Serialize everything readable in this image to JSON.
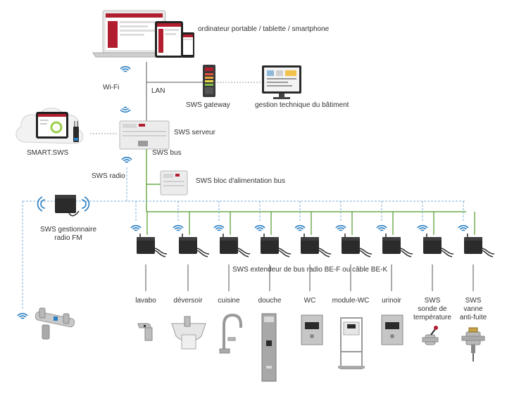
{
  "colors": {
    "wifi_blue": "#2a7fc2",
    "bus_green": "#4f9a2b",
    "dash_blue": "#7fb1d9",
    "line_gray": "#555555",
    "device_dark": "#2b2b2b",
    "brand_red": "#b01e2f"
  },
  "top": {
    "clients_label": "ordinateur portable / tablette / smartphone",
    "wifi_label": "Wi-Fi",
    "lan_label": "LAN",
    "gateway_label": "SWS gateway",
    "bms_label": "gestion technique du bâtiment"
  },
  "server": {
    "label": "SWS serveur",
    "bus_label": "SWS bus",
    "radio_label": "SWS radio",
    "cloud_label": "SMART.SWS",
    "power_label": "SWS bloc d'alimentation bus"
  },
  "manager": {
    "label_line1": "SWS gestionnaire",
    "label_line2": "radio FM"
  },
  "extender_label": "SWS extendeur de bus radio BE-F ou câble BE-K",
  "fixtures": [
    {
      "l1": "lavabo",
      "l2": "",
      "l3": "",
      "icon": "faucet-icon"
    },
    {
      "l1": "déversoir",
      "l2": "",
      "l3": "",
      "icon": "sink-icon"
    },
    {
      "l1": "cuisine",
      "l2": "",
      "l3": "",
      "icon": "kitchen-faucet-icon"
    },
    {
      "l1": "douche",
      "l2": "",
      "l3": "",
      "icon": "shower-panel-icon"
    },
    {
      "l1": "WC",
      "l2": "",
      "l3": "",
      "icon": "wc-flush-plate-icon"
    },
    {
      "l1": "module-WC",
      "l2": "",
      "l3": "",
      "icon": "wc-module-icon"
    },
    {
      "l1": "urinoir",
      "l2": "",
      "l3": "",
      "icon": "urinal-plate-icon"
    },
    {
      "l1": "SWS",
      "l2": "sonde de",
      "l3": "température",
      "icon": "temperature-sensor-icon"
    },
    {
      "l1": "SWS",
      "l2": "vanne",
      "l3": "anti-fuite",
      "icon": "leak-valve-icon"
    }
  ]
}
